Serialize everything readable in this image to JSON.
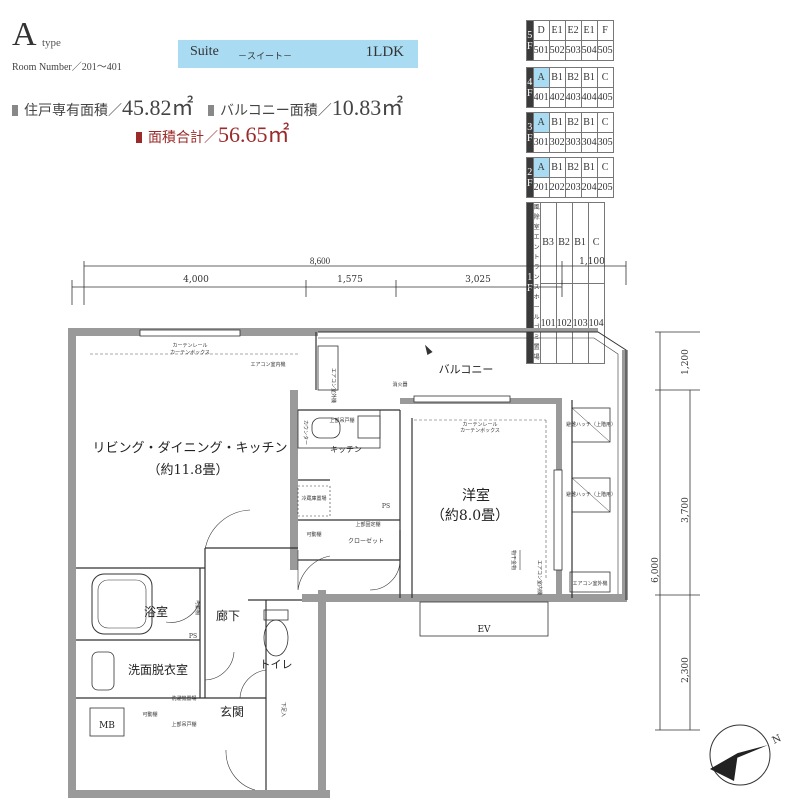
{
  "header": {
    "type_letter": "A",
    "type_word": "type",
    "room_number": "Room Number／201～401"
  },
  "suite": {
    "name": "Suite",
    "sub": "－スイート－",
    "layout": "1LDK"
  },
  "areas": {
    "private_label": "住戸専有面積／",
    "private_value": "45.82㎡",
    "balcony_label": "バルコニー面積／",
    "balcony_value": "10.83㎡",
    "total_label": "面積合計／",
    "total_value": "56.65㎡"
  },
  "floors": [
    {
      "label": "5F",
      "types": [
        "D",
        "E1",
        "E2",
        "E1",
        "F"
      ],
      "rooms": [
        "501",
        "502",
        "503",
        "504",
        "505"
      ],
      "highlight": -1
    },
    {
      "label": "4F",
      "types": [
        "A",
        "B1",
        "B2",
        "B1",
        "C"
      ],
      "rooms": [
        "401",
        "402",
        "403",
        "404",
        "405"
      ],
      "highlight": 0
    },
    {
      "label": "3F",
      "types": [
        "A",
        "B1",
        "B2",
        "B1",
        "C"
      ],
      "rooms": [
        "301",
        "302",
        "303",
        "304",
        "305"
      ],
      "highlight": 0
    },
    {
      "label": "2F",
      "types": [
        "A",
        "B1",
        "B2",
        "B1",
        "C"
      ],
      "rooms": [
        "201",
        "202",
        "203",
        "204",
        "205"
      ],
      "highlight": 0
    },
    {
      "label": "1F",
      "types": [
        "風除室\nエントランスホール\nゴミ置場",
        "B3",
        "B2",
        "B1",
        "C"
      ],
      "rooms": [
        "",
        "101",
        "102",
        "103",
        "104"
      ],
      "highlight": -1
    }
  ],
  "dimensions": {
    "total_width": "8,600",
    "extra_width": "1,100",
    "w1": "4,000",
    "w2": "1,575",
    "w3": "3,025",
    "h1": "1,200",
    "h2": "3,700",
    "h3": "6,000",
    "h4": "2,300"
  },
  "rooms": {
    "ldk": "リビング・ダイニング・キッチン",
    "ldk_size": "（約11.8畳）",
    "western": "洋室",
    "western_size": "（約8.0畳）",
    "balcony": "バルコニー",
    "kitchen": "キッチン",
    "bath": "浴室",
    "hall": "廊下",
    "washroom": "洗面脱衣室",
    "toilet": "トイレ",
    "entrance": "玄関",
    "ev": "EV",
    "mb": "MB"
  },
  "labels": {
    "curtain1": "カーテンレール",
    "curtain2": "カーテンボックス",
    "ac_indoor": "エアコン室内機",
    "ac_outdoor": "エアコン室外機",
    "ac_outdoor2": "エアコン室外機",
    "evac1": "避難ハッチ（上階用）",
    "evac2": "避難ハッチ（上階用）",
    "fridge": "冷蔵庫置場",
    "closet": "クローゼット",
    "upper_shelf": "上部吊戸棚",
    "upper_shelf2": "上部固定棚",
    "movable": "可動棚",
    "movable2": "可動棚",
    "movable3": "可動棚",
    "ps": "PS",
    "ps2": "PS",
    "washer": "洗濯機置場",
    "washer_upper": "上部吊戸棚",
    "shoes": "下足入",
    "storage": "物干金物",
    "counter": "カウンター",
    "ac_west": "エアコン室内機",
    "fire": "消火器"
  },
  "north": "N"
}
